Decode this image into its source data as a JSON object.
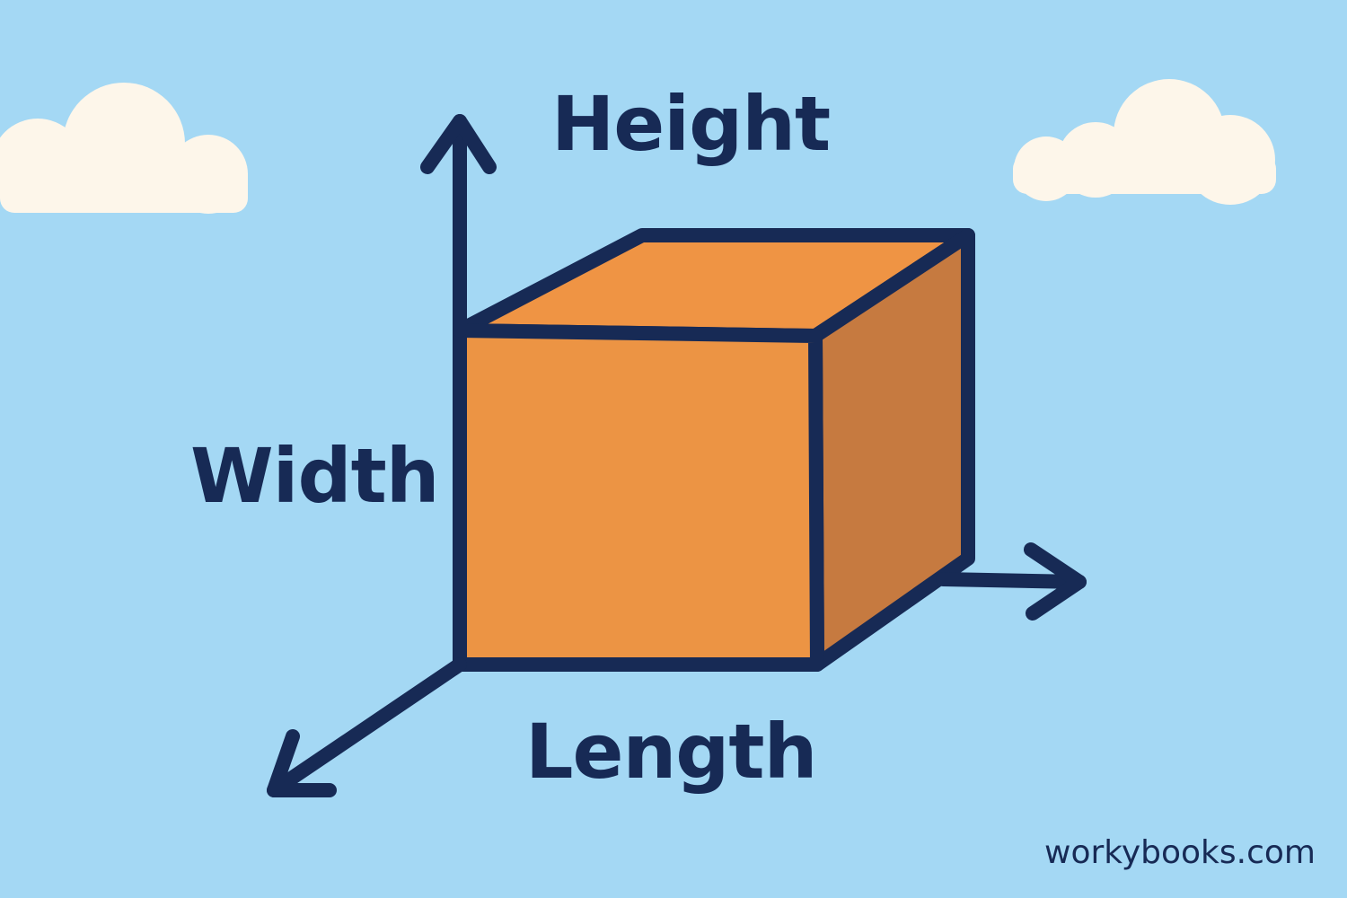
{
  "labels": {
    "height": "Height",
    "width": "Width",
    "length": "Length"
  },
  "watermark": "workybooks.com",
  "colors": {
    "sky": "#a4d8f4",
    "cloud": "#fdf6ea",
    "outline": "#172a55",
    "cube_front": "#ec9444",
    "cube_top": "#ef9444",
    "cube_side": "#c67a40"
  }
}
